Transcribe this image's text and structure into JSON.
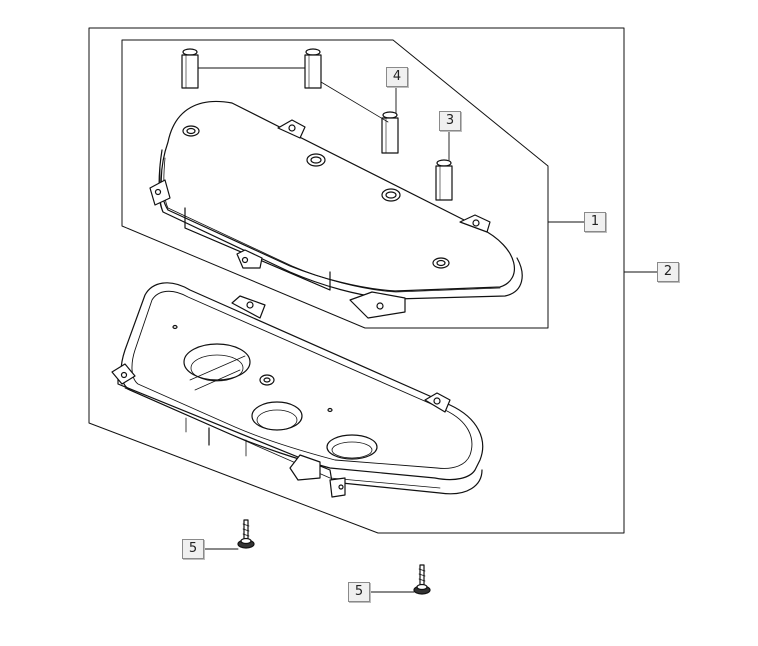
{
  "diagram": {
    "callouts": [
      {
        "id": "c4",
        "label": "4"
      },
      {
        "id": "c3",
        "label": "3"
      },
      {
        "id": "c1",
        "label": "1"
      },
      {
        "id": "c2",
        "label": "2"
      },
      {
        "id": "c5a",
        "label": "5"
      },
      {
        "id": "c5b",
        "label": "5"
      }
    ]
  }
}
